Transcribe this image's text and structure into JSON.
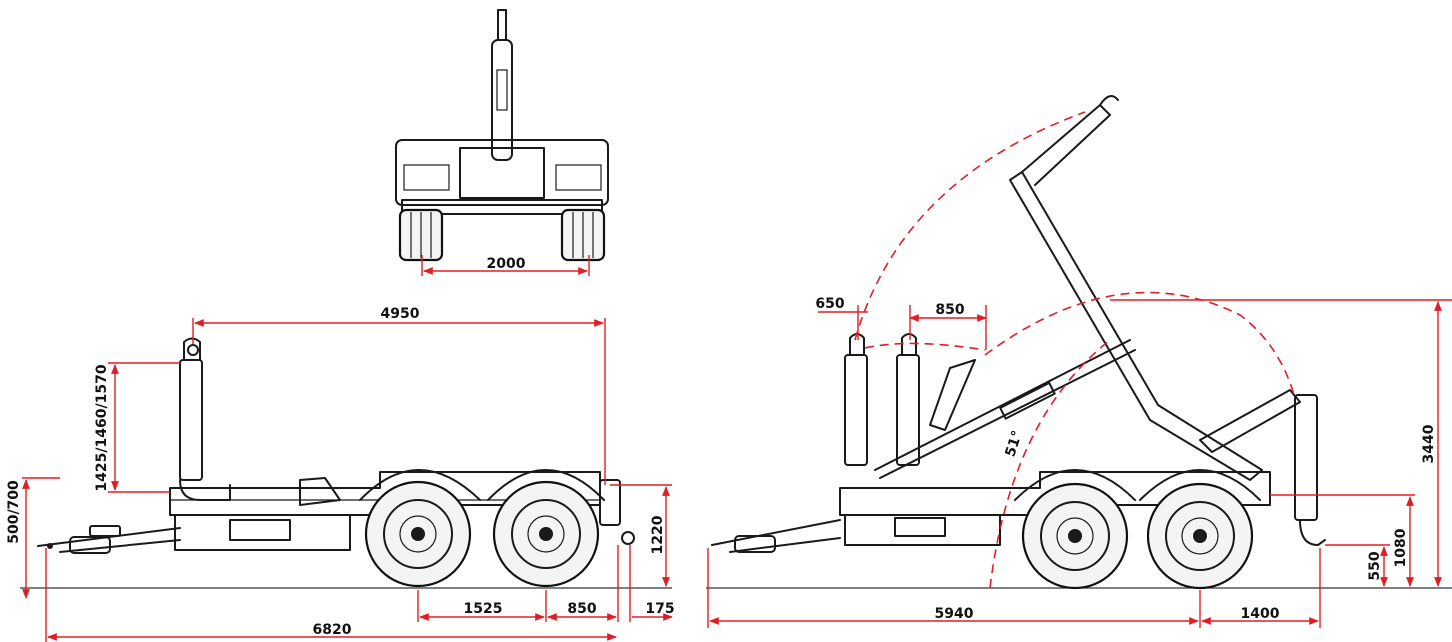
{
  "front_view": {
    "track_width": "2000"
  },
  "left_view": {
    "hook_reach": "4950",
    "hook_heights": "1425/1460/1570",
    "drawbar_height": "500/700",
    "frame_height": "1220",
    "wheelbase": "1525",
    "rear_axle_to_frame_end": "850",
    "rear_overhang": "175",
    "overall_length": "6820"
  },
  "right_view": {
    "hook_offset": "650",
    "hook_travel": "850",
    "tilt_angle": "51°",
    "max_height": "3440",
    "arm_pivot_height": "1080",
    "hook_ground_height": "550",
    "front_length": "5940",
    "rear_length": "1400"
  },
  "colors": {
    "dimension_lines": "#e01e25",
    "line_art": "#1a1a1a"
  }
}
